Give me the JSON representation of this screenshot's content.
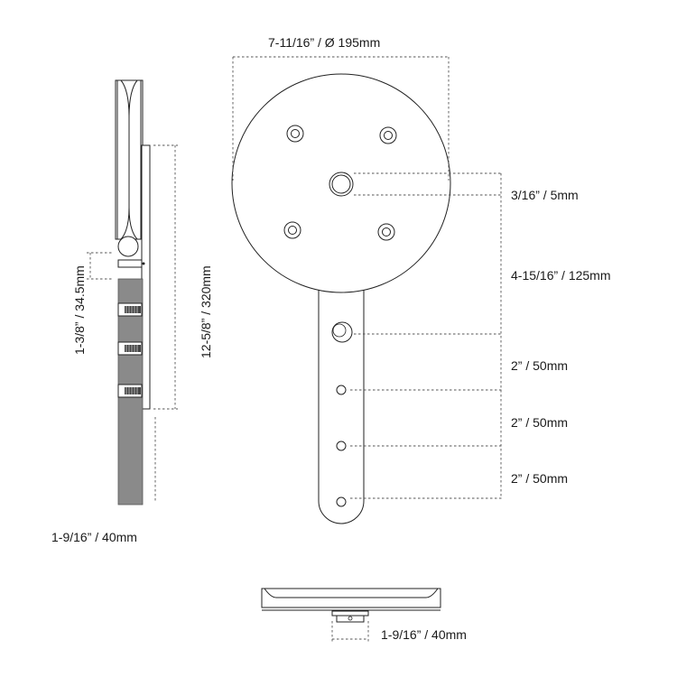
{
  "dimensions": {
    "wheel_diameter": "7-11/16” / Ø 195mm",
    "axle_hole": "3/16” / 5mm",
    "axle_to_first_hole": "4-15/16” / 125mm",
    "hole_spacing_1": "2” / 50mm",
    "hole_spacing_2": "2” / 50mm",
    "hole_spacing_3": "2” / 50mm",
    "side_height": "12-5/8” / 320mm",
    "side_gap": "1-3/8” / 34.5mm",
    "side_width": "1-9/16” / 40mm",
    "bottom_width": "1-9/16” / 40mm"
  }
}
